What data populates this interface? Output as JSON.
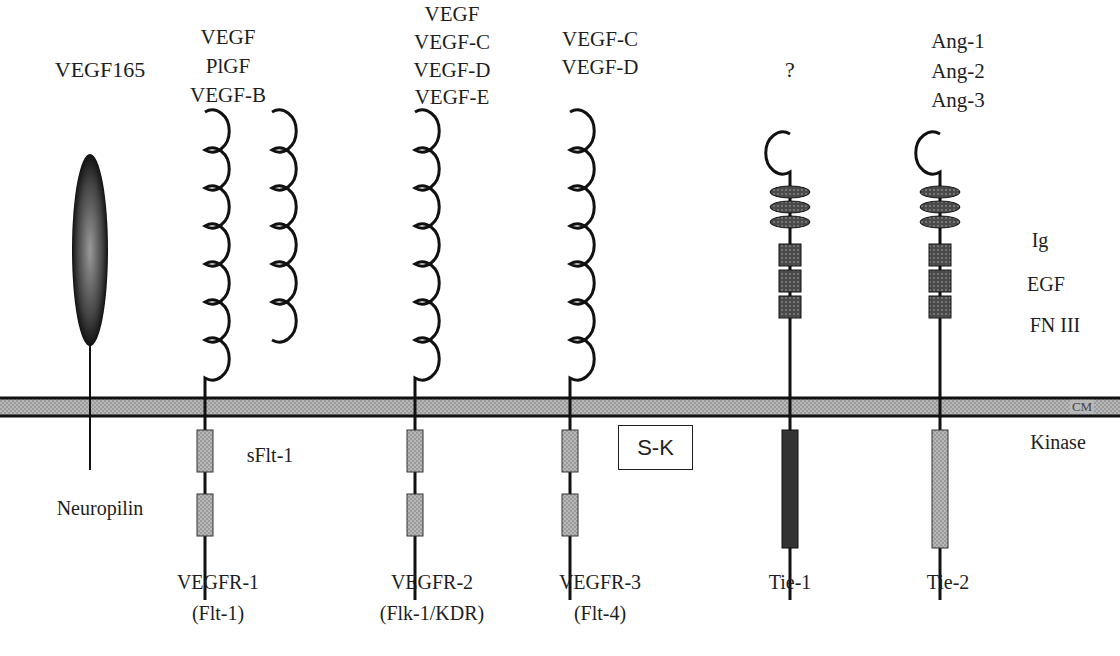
{
  "diagram": {
    "nodes": [
      {
        "text": [
          "S-K"
        ]
      }
    ],
    "labels": [
      "VEGF165",
      "VEGF",
      "PlGF",
      "VEGF-B",
      "VEGF",
      "VEGF-C",
      "VEGF-D",
      "VEGF-E",
      "VEGF-C",
      "VEGF-D",
      "?",
      "Ang-1",
      "Ang-2",
      "Ang-3",
      "Ig",
      "EGF",
      "FN III",
      "CM",
      "Kinase",
      "sFlt-1",
      "Neuropilin",
      "VEGFR-1",
      "(Flt-1)",
      "VEGFR-2",
      "(Flk-1/KDR)",
      "VEGFR-3",
      "(Flt-4)",
      "Tie-1",
      "Tie-2"
    ]
  }
}
